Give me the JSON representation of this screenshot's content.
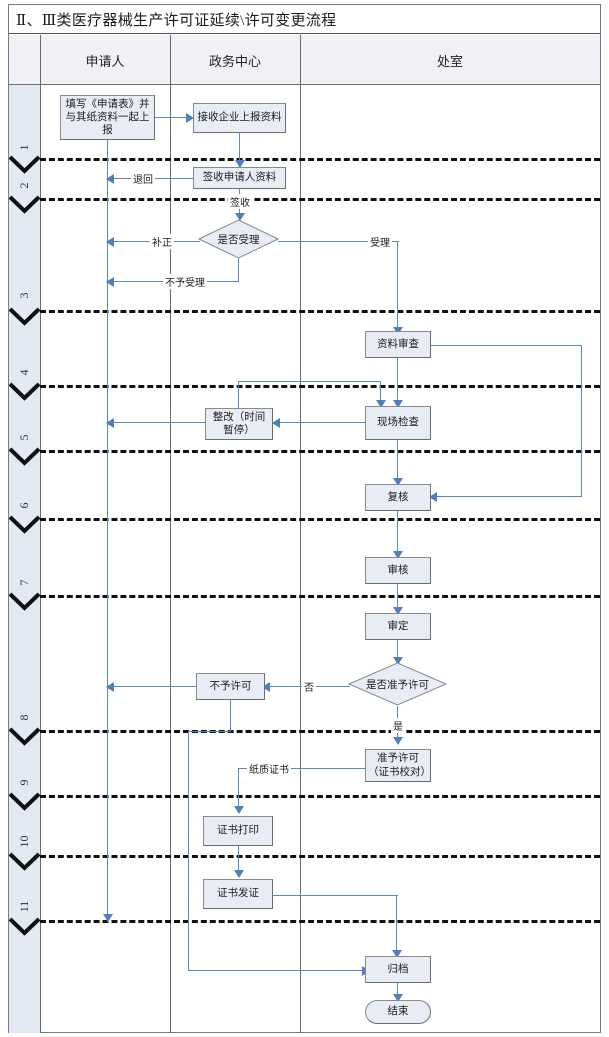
{
  "title": "Ⅱ、Ⅲ类医疗器械生产许可证延续\\许可变更流程",
  "columns": [
    {
      "key": "step",
      "label": ""
    },
    {
      "key": "applicant",
      "label": "申请人"
    },
    {
      "key": "center",
      "label": "政务中心"
    },
    {
      "key": "office",
      "label": "处室"
    }
  ],
  "steps": [
    "1",
    "2",
    "3",
    "4",
    "5",
    "6",
    "7",
    "8",
    "9",
    "10",
    "11"
  ],
  "nodes": {
    "fill_form": "填写《申请表》并与其纸资料一起上报",
    "receive": "接收企业上报资料",
    "sign_receipt": "签收申请人资料",
    "accept_decision": "是否受理",
    "doc_review": "资料审查",
    "site_check": "现场检查",
    "rectify": "整改（时间暂停）",
    "recheck": "复核",
    "audit": "审核",
    "approve": "审定",
    "permit_decision": "是否准予许可",
    "no_permit": "不予许可",
    "grant_permit": "准予许可（证书校对）",
    "print_cert": "证书打印",
    "issue_cert": "证书发证",
    "archive": "归档",
    "end": "结束"
  },
  "edges": {
    "return": "退回",
    "sign": "签收",
    "supplement": "补正",
    "not_accept": "不予受理",
    "accept": "受理",
    "no": "否",
    "yes": "是",
    "paper_cert": "纸质证书"
  },
  "colors": {
    "node_fill": "#e8ecf5",
    "node_border": "#8a8a8a",
    "connector": "#5b87c4",
    "header_fill": "#eff1f7",
    "step_col_fill": "#e2e9f2",
    "dashed": "#121212"
  }
}
